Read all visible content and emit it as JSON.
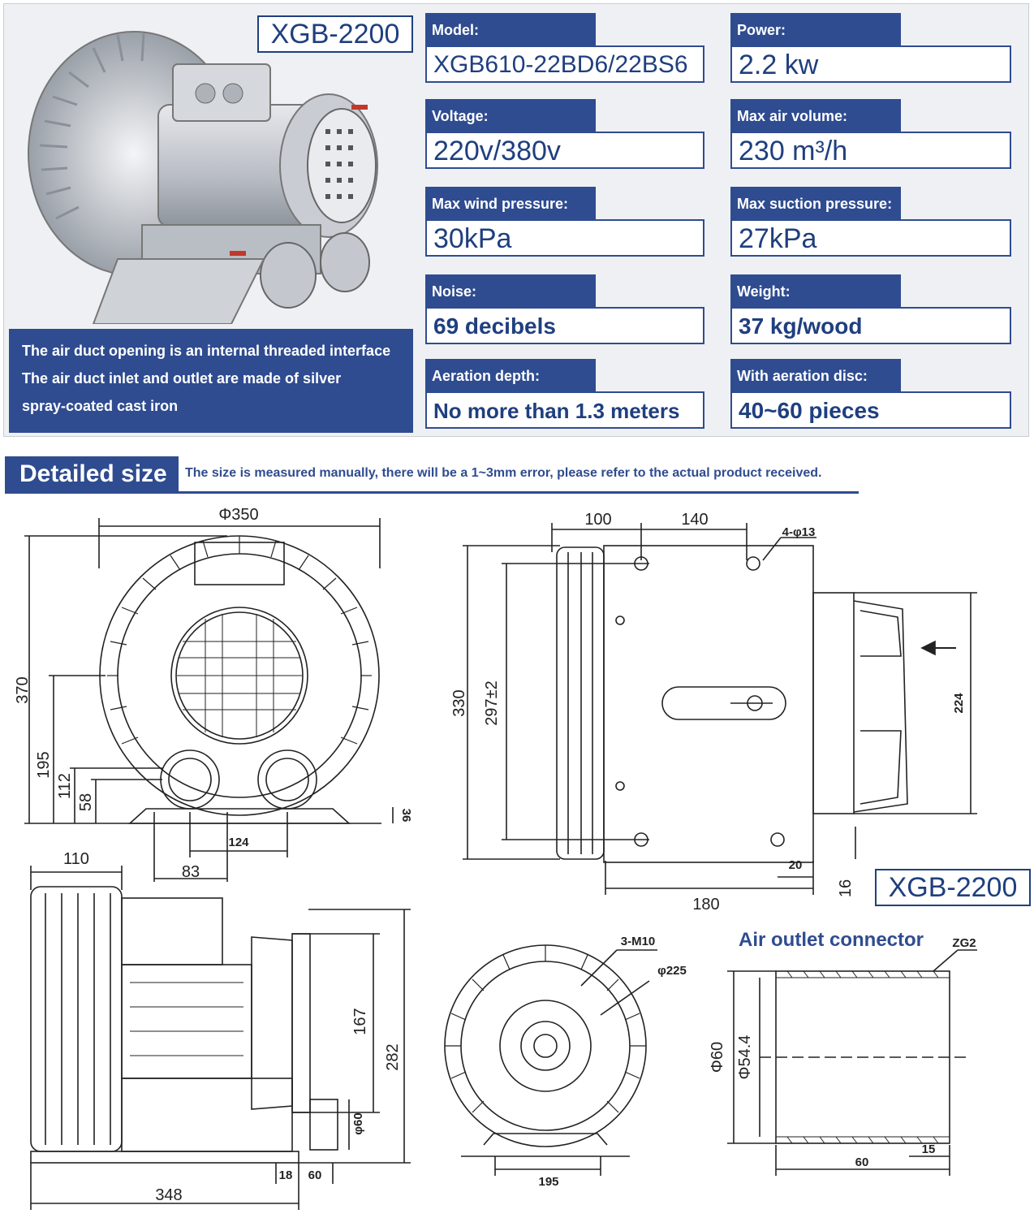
{
  "product": {
    "model_badge": "XGB-2200",
    "photo_icon": "ring-blower-photo",
    "notes": [
      "The air duct opening is an internal threaded interface",
      "The air duct inlet and outlet are made of silver",
      "spray-coated cast iron"
    ]
  },
  "specs": [
    {
      "label": "Model:",
      "value": "XGB610-22BD6/22BS6"
    },
    {
      "label": "Power:",
      "value": "2.2 kw"
    },
    {
      "label": "Voltage:",
      "value": "220v/380v"
    },
    {
      "label": "Max air volume:",
      "value": "230 m³/h"
    },
    {
      "label": "Max wind pressure:",
      "value": "30kPa"
    },
    {
      "label": "Max suction pressure:",
      "value": "27kPa"
    },
    {
      "label": "Noise:",
      "value": "69 decibels"
    },
    {
      "label": "Weight:",
      "value": "37 kg/wood"
    },
    {
      "label": "Aeration depth:",
      "value": "No more than 1.3 meters"
    },
    {
      "label": "With aeration disc:",
      "value": "40~60 pieces"
    }
  ],
  "detailed_size": {
    "title": "Detailed size",
    "note": "The size is measured manually, there will be a 1~3mm error, please refer to the actual product received."
  },
  "front_view": {
    "dims": {
      "diameter": "Φ350",
      "height": "370",
      "center_height": "195",
      "outlet_height": "112",
      "base_height": "58",
      "foot_height": "36",
      "hole_spacing": "124",
      "outlet_spacing": "83"
    }
  },
  "top_view": {
    "dims": {
      "a": "100",
      "b": "140",
      "holes": "4-φ13",
      "width": "330",
      "hole_width": "297±2",
      "inlet": "224",
      "length": "180",
      "c": "20",
      "d": "16"
    }
  },
  "side_view": {
    "dims": {
      "flange": "110",
      "motor_h": "167",
      "total_h": "282",
      "port": "φ60",
      "e": "18",
      "f": "60",
      "length": "348"
    }
  },
  "rear_view": {
    "dims": {
      "bolts": "3-M10",
      "pcd": "φ225",
      "base": "195"
    }
  },
  "connector": {
    "title": "Air outlet connector",
    "dims": {
      "thread": "ZG2",
      "outer": "Φ60",
      "inner": "Φ54.4",
      "length": "60",
      "thread_len": "15"
    }
  },
  "colors": {
    "brand_blue": "#2f4c90",
    "panel_bg": "#eef0f3"
  }
}
